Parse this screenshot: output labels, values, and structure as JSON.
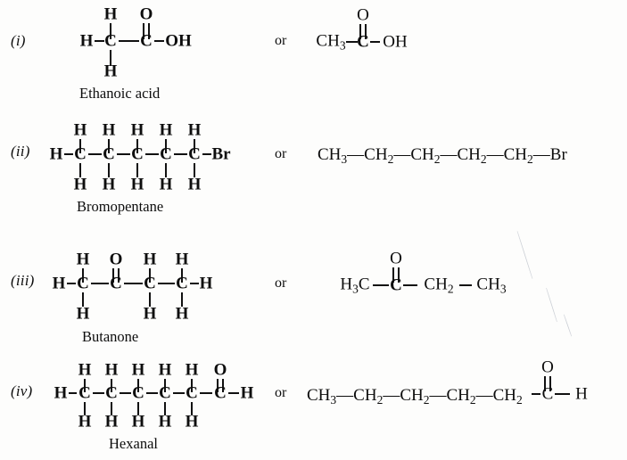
{
  "page": {
    "background": "#fdfdfc",
    "ink": "#0d0d0d",
    "connector_label": "or"
  },
  "glyphs": {
    "H": "H",
    "C": "C",
    "O": "O",
    "OH": "OH",
    "Br": "Br",
    "bond_single": "—",
    "bond_double": "="
  },
  "entries": [
    {
      "numeral": "(i)",
      "name": "Ethanoic acid",
      "or_label": "or",
      "expanded": {
        "backbone": [
          "C",
          "C"
        ],
        "left_terminal": "H",
        "right_terminal": "OH",
        "top_substituents": [
          "H",
          "O"
        ],
        "top_bond_orders": [
          1,
          2
        ],
        "bottom_substituents": [
          "H",
          null
        ]
      },
      "condensed": {
        "text": "CH3—C—OH",
        "segments": [
          {
            "label": "CH",
            "sub": "3"
          },
          {
            "label": "—"
          },
          {
            "label": "C",
            "double_bond_to": "O"
          },
          {
            "label": "—"
          },
          {
            "label": "OH"
          }
        ],
        "carbonyl_oxygen": "O"
      }
    },
    {
      "numeral": "(ii)",
      "name": "Bromopentane",
      "or_label": "or",
      "expanded": {
        "backbone": [
          "C",
          "C",
          "C",
          "C",
          "C"
        ],
        "left_terminal": "H",
        "right_terminal": "Br",
        "top_substituents": [
          "H",
          "H",
          "H",
          "H",
          "H"
        ],
        "top_bond_orders": [
          1,
          1,
          1,
          1,
          1
        ],
        "bottom_substituents": [
          "H",
          "H",
          "H",
          "H",
          "H"
        ]
      },
      "condensed": {
        "text": "CH3—CH2—CH2—CH2—CH2—Br",
        "segments": [
          {
            "label": "CH",
            "sub": "3"
          },
          {
            "label": "—"
          },
          {
            "label": "CH",
            "sub": "2"
          },
          {
            "label": "—"
          },
          {
            "label": "CH",
            "sub": "2"
          },
          {
            "label": "—"
          },
          {
            "label": "CH",
            "sub": "2"
          },
          {
            "label": "—"
          },
          {
            "label": "CH",
            "sub": "2"
          },
          {
            "label": "—"
          },
          {
            "label": "Br"
          }
        ]
      }
    },
    {
      "numeral": "(iii)",
      "name": "Butanone",
      "or_label": "or",
      "expanded": {
        "backbone": [
          "C",
          "C",
          "C",
          "C"
        ],
        "left_terminal": "H",
        "right_terminal": "H",
        "top_substituents": [
          "H",
          "O",
          "H",
          "H"
        ],
        "top_bond_orders": [
          1,
          2,
          1,
          1
        ],
        "bottom_substituents": [
          "H",
          null,
          "H",
          "H"
        ]
      },
      "condensed": {
        "text": "H3C—C—CH2—CH3",
        "segments": [
          {
            "label": "H",
            "sub": "3",
            "tail": "C"
          },
          {
            "label": "—"
          },
          {
            "label": "C",
            "double_bond_to": "O"
          },
          {
            "label": "—"
          },
          {
            "label": "CH",
            "sub": "2"
          },
          {
            "label": "—"
          },
          {
            "label": "CH",
            "sub": "3"
          }
        ],
        "carbonyl_oxygen": "O"
      }
    },
    {
      "numeral": "(iv)",
      "name": "Hexanal",
      "or_label": "or",
      "expanded": {
        "backbone": [
          "C",
          "C",
          "C",
          "C",
          "C",
          "C"
        ],
        "left_terminal": "H",
        "right_terminal": "H",
        "top_substituents": [
          "H",
          "H",
          "H",
          "H",
          "H",
          "O"
        ],
        "top_bond_orders": [
          1,
          1,
          1,
          1,
          1,
          2
        ],
        "bottom_substituents": [
          "H",
          "H",
          "H",
          "H",
          "H",
          null
        ]
      },
      "condensed": {
        "text": "CH3—CH2—CH2—CH2—CH2—C—H",
        "segments": [
          {
            "label": "CH",
            "sub": "3"
          },
          {
            "label": "—"
          },
          {
            "label": "CH",
            "sub": "2"
          },
          {
            "label": "—"
          },
          {
            "label": "CH",
            "sub": "2"
          },
          {
            "label": "—"
          },
          {
            "label": "CH",
            "sub": "2"
          },
          {
            "label": "—"
          },
          {
            "label": "CH",
            "sub": "2"
          },
          {
            "label": "—"
          },
          {
            "label": "C",
            "double_bond_to": "O"
          },
          {
            "label": "—"
          },
          {
            "label": "H"
          }
        ],
        "carbonyl_oxygen": "O"
      }
    }
  ]
}
